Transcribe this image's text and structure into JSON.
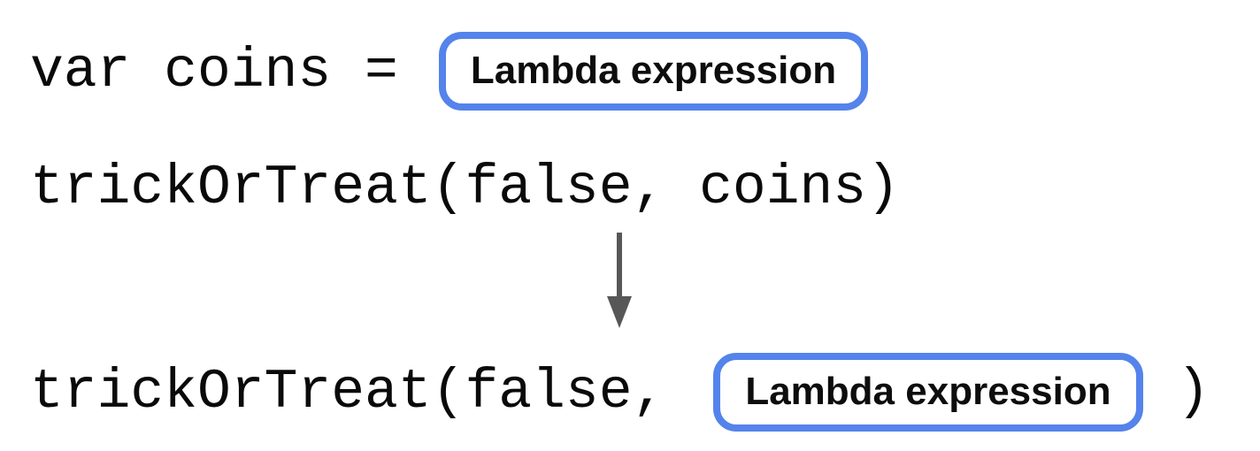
{
  "colors": {
    "background": "#ffffff",
    "code_text": "#0a0a0a",
    "box_border": "#5483EB",
    "box_label_text": "#0d0d0d",
    "arrow": "#575757"
  },
  "diagram": {
    "assignment_line": {
      "code": "var coins =",
      "box_label": "Lambda expression"
    },
    "call_line": {
      "code": "trickOrTreat(false, coins)"
    },
    "arrow_icon": "down-arrow",
    "result_line": {
      "code_before": "trickOrTreat(false,",
      "box_label": "Lambda expression",
      "code_after": ")"
    }
  }
}
